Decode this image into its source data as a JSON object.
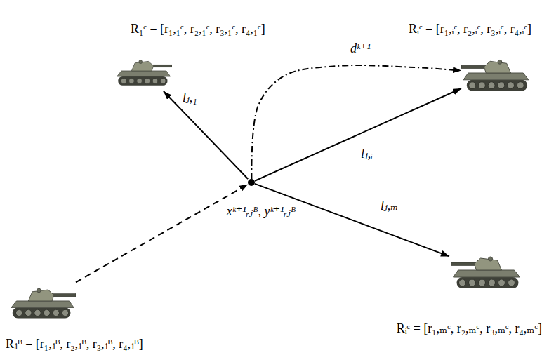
{
  "diagram": {
    "nodes": [
      {
        "text": [
          "R₁ᶜ = [r₁,₁ᶜ, r₂,₁ᶜ, r₃,₁ᶜ, r₄,₁ᶜ]"
        ]
      },
      {
        "text": [
          "Rᵢᶜ = [r₁,ᵢᶜ, r₂,ᵢᶜ, r₃,ᵢᶜ, r₄,ᵢᶜ]"
        ]
      },
      {
        "text": [
          "xᵏ⁺¹ᵣⱼᴮ, yᵏ⁺¹ᵣⱼᴮ"
        ]
      },
      {
        "text": [
          "Rᵢᶜ = [r₁,ₘᶜ, r₂,ₘᶜ, r₃,ₘᶜ, r₄,ₘᶜ]"
        ]
      },
      {
        "text": [
          "Rⱼᴮ = [r₁,ⱼᴮ, r₂,ⱼᴮ, r₃,ⱼᴮ, r₄,ⱼᴮ]"
        ]
      }
    ],
    "edges": [
      {
        "from": 2,
        "to": 0,
        "arrow": "to",
        "label": "lⱼ,₁"
      },
      {
        "from": 2,
        "to": 1,
        "arrow": "to",
        "label": "lⱼ,ᵢ"
      },
      {
        "from": 2,
        "to": 3,
        "arrow": "to",
        "label": "lⱼ,ₘ"
      },
      {
        "from": 4,
        "to": 2,
        "arrow": "to"
      },
      {
        "from": 2,
        "to": 1,
        "arrow": "to",
        "label": "dᵏ⁺¹"
      }
    ]
  }
}
